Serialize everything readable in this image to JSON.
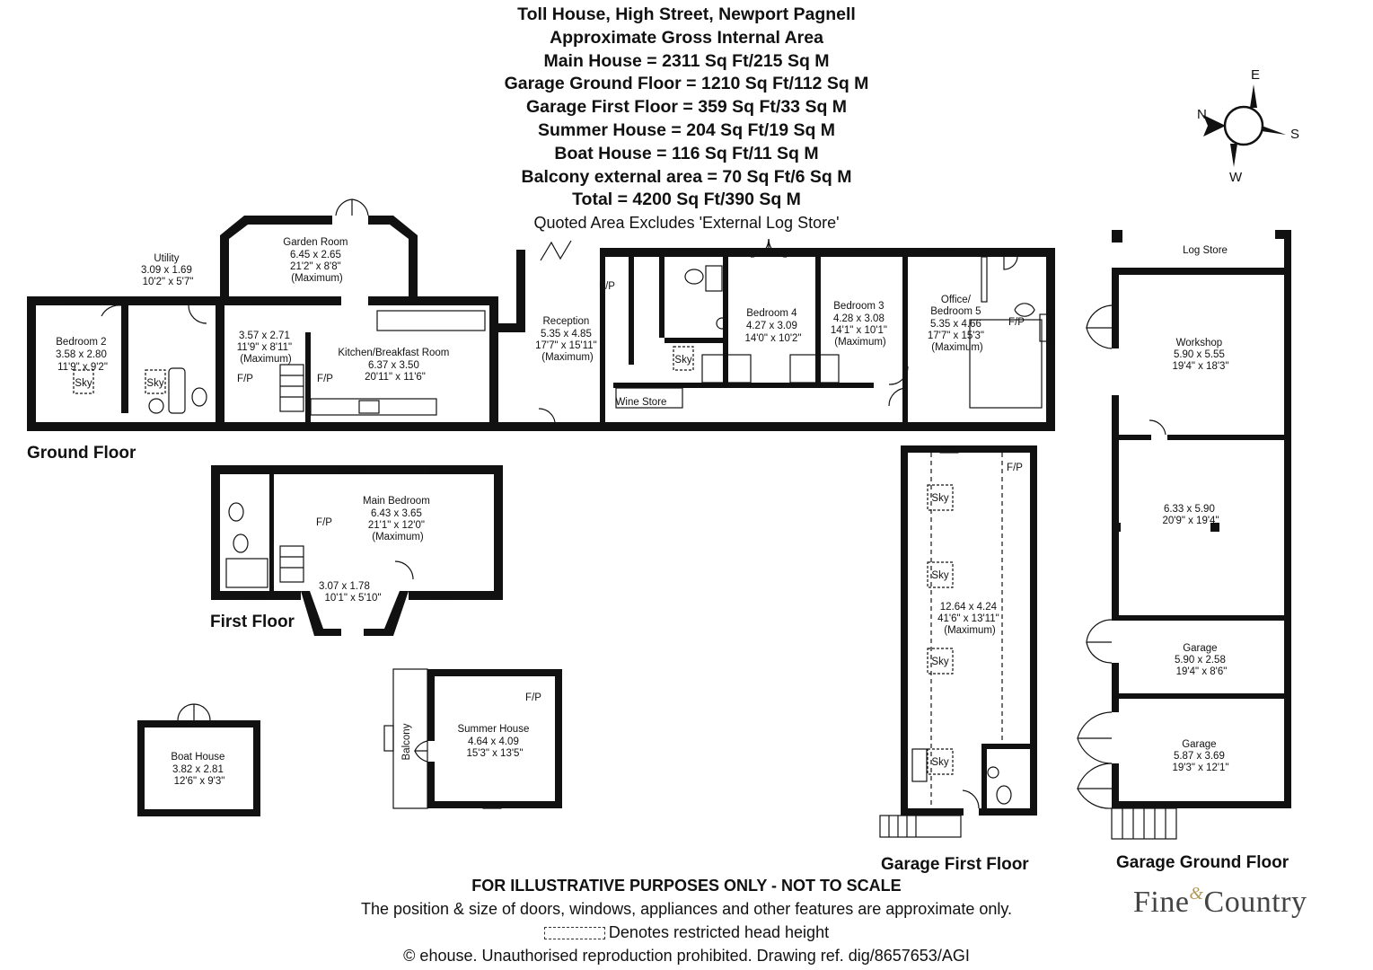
{
  "header": {
    "title": "Toll House, High Street, Newport Pagnell",
    "subtitle": "Approximate Gross Internal Area",
    "areas": [
      "Main House = 2311 Sq Ft/215 Sq M",
      "Garage Ground Floor = 1210 Sq Ft/112 Sq M",
      "Garage First Floor = 359 Sq Ft/33 Sq M",
      "Summer House = 204 Sq Ft/19 Sq M",
      "Boat House = 116 Sq Ft/11 Sq M",
      "Balcony external area = 70 Sq Ft/6 Sq M",
      "Total = 4200 Sq Ft/390 Sq M"
    ],
    "note": "Quoted Area Excludes 'External Log Store'"
  },
  "compass": {
    "n": "N",
    "e": "E",
    "s": "S",
    "w": "W"
  },
  "floors": {
    "ground": "Ground Floor",
    "first": "First Floor",
    "garage_first": "Garage First Floor",
    "garage_ground": "Garage Ground Floor"
  },
  "rooms": {
    "bedroom2": [
      "Bedroom 2",
      "3.58 x 2.80",
      "11'9\" x 9'2\""
    ],
    "utility": [
      "Utility",
      "3.09 x 1.69",
      "10'2\" x 5'7\""
    ],
    "garden_room": [
      "Garden Room",
      "6.45 x 2.65",
      "21'2\" x 8'8\"",
      "(Maximum)"
    ],
    "room_357": [
      "3.57 x 2.71",
      "11'9\" x 8'11\"",
      "(Maximum)"
    ],
    "kitchen": [
      "Kitchen/Breakfast Room",
      "6.37 x 3.50",
      "20'11\" x 11'6\""
    ],
    "reception": [
      "Reception",
      "5.35 x 4.85",
      "17'7\" x 15'11\"",
      "(Maximum)"
    ],
    "bedroom4": [
      "Bedroom 4",
      "4.27 x 3.09",
      "14'0\" x 10'2\""
    ],
    "bedroom3": [
      "Bedroom 3",
      "4.28 x 3.08",
      "14'1\" x 10'1\"",
      "(Maximum)"
    ],
    "office": [
      "Office/",
      "Bedroom 5",
      "5.35 x 4.66",
      "17'7\" x 15'3\"",
      "(Maximum)"
    ],
    "wine_store": [
      "Wine Store"
    ],
    "main_bedroom": [
      "Main Bedroom",
      "6.43 x 3.65",
      "21'1\" x 12'0\"",
      "(Maximum)"
    ],
    "landing": [
      "3.07 x 1.78",
      "10'1\" x 5'10\""
    ],
    "boat_house": [
      "Boat House",
      "3.82 x 2.81",
      "12'6\" x 9'3\""
    ],
    "summer_house": [
      "Summer House",
      "4.64 x 4.09",
      "15'3\" x 13'5\""
    ],
    "balcony": "Balcony",
    "garage_loft": [
      "12.64 x 4.24",
      "41'6\" x 13'11\"",
      "(Maximum)"
    ],
    "log_store": "Log Store",
    "workshop": [
      "Workshop",
      "5.90 x 5.55",
      "19'4\" x 18'3\""
    ],
    "store_633": [
      "6.33 x 5.90",
      "20'9\" x 19'4\""
    ],
    "garage1": [
      "Garage",
      "5.90 x 2.58",
      "19'4\" x 8'6\""
    ],
    "garage2": [
      "Garage",
      "5.87 x 3.69",
      "19'3\" x 12'1\""
    ]
  },
  "markers": {
    "fp": "F/P",
    "sky": "Sky"
  },
  "footer": {
    "disclaimer": "FOR ILLUSTRATIVE PURPOSES ONLY - NOT TO SCALE",
    "position_note": "The position & size of doors, windows, appliances and other features are approximate only.",
    "head_height": "Denotes restricted head height",
    "copyright": "© ehouse. Unauthorised reproduction prohibited. Drawing ref. dig/8657653/AGI"
  },
  "logo": {
    "left": "Fine",
    "amp": "&",
    "right": "Country"
  }
}
